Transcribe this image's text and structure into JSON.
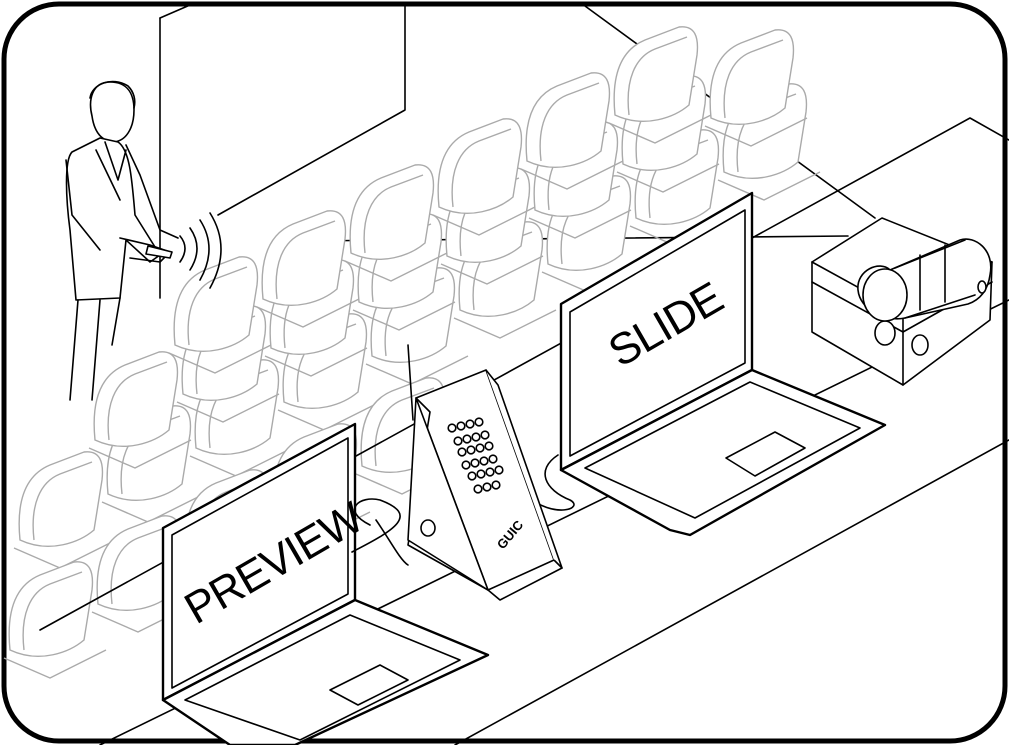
{
  "screens": {
    "preview_label": "PREVIEW",
    "slide_label": "SLIDE"
  },
  "device": {
    "logo_text": "GUIC"
  },
  "icons": {
    "presenter": "presenter-figure",
    "remote_signal": "wireless-signal-icon",
    "receiver": "receiver-unit",
    "projector": "projector"
  },
  "colors": {
    "ink": "#000000",
    "seats": "#aaaaaa",
    "background": "#ffffff"
  }
}
